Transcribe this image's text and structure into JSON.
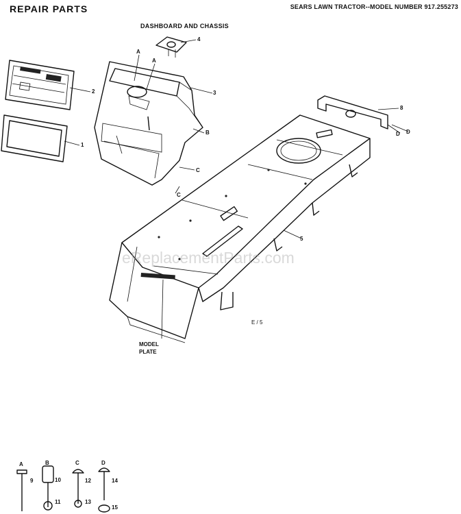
{
  "header": {
    "title": "REPAIR PARTS",
    "model_line": "SEARS LAWN TRACTOR--MODEL NUMBER 917.255273"
  },
  "section_title": "DASHBOARD AND CHASSIS",
  "callouts": {
    "n1": "1",
    "n2": "2",
    "n3": "3",
    "n4": "4",
    "n5": "5",
    "n8": "8",
    "a1": "A",
    "a2": "A",
    "b": "B",
    "c1": "C",
    "c2": "C",
    "d1": "D",
    "d2": "D"
  },
  "model_plate": {
    "line1": "MODEL",
    "line2": "PLATE"
  },
  "page_code": "E / 5",
  "hardware": [
    {
      "letter": "A",
      "num": "9"
    },
    {
      "letter": "B",
      "num": "10",
      "num2": "11"
    },
    {
      "letter": "C",
      "num": "12",
      "num2": "13"
    },
    {
      "letter": "D",
      "num": "14",
      "num2": "15"
    }
  ],
  "watermark": "eReplacementParts.com"
}
